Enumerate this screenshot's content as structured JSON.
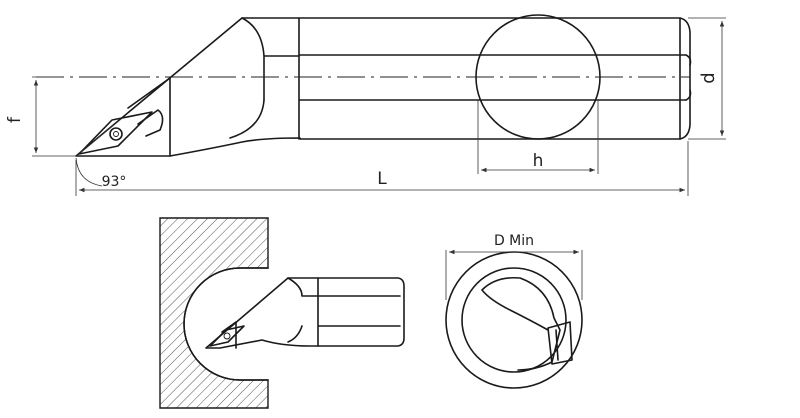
{
  "labels": {
    "f": "f",
    "d": "d",
    "angle": "93°",
    "L": "L",
    "h": "h",
    "d_min": "D Min"
  }
}
